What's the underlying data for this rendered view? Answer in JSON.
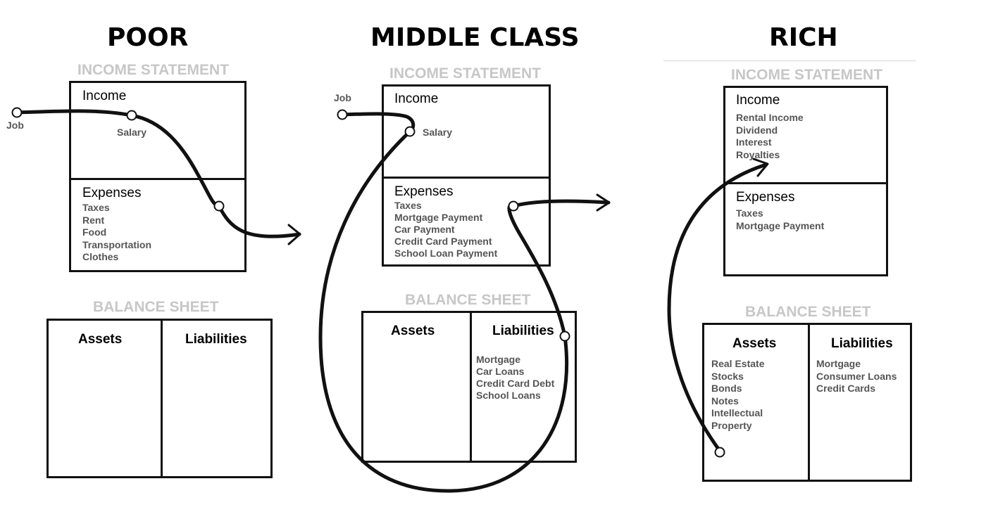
{
  "columns": {
    "poor": {
      "title": "POOR",
      "income_statement_label": "INCOME STATEMENT",
      "income_label": "Income",
      "income_items": [
        "Salary"
      ],
      "expenses_label": "Expenses",
      "expenses_items": [
        "Taxes",
        "Rent",
        "Food",
        "Transportation",
        "Clothes"
      ],
      "balance_sheet_label": "BALANCE SHEET",
      "assets_label": "Assets",
      "assets_items": [],
      "liabilities_label": "Liabilities",
      "liabilities_items": [],
      "source_label": "Job"
    },
    "middle": {
      "title": "MIDDLE CLASS",
      "income_statement_label": "INCOME STATEMENT",
      "income_label": "Income",
      "income_items": [
        "Salary"
      ],
      "expenses_label": "Expenses",
      "expenses_items": [
        "Taxes",
        "Mortgage Payment",
        "Car Payment",
        "Credit Card Payment",
        "School Loan Payment"
      ],
      "balance_sheet_label": "BALANCE SHEET",
      "assets_label": "Assets",
      "assets_items": [],
      "liabilities_label": "Liabilities",
      "liabilities_items": [
        "Mortgage",
        "Car Loans",
        "Credit Card Debt",
        "School Loans"
      ],
      "source_label": "Job"
    },
    "rich": {
      "title": "RICH",
      "income_statement_label": "INCOME STATEMENT",
      "income_label": "Income",
      "income_items": [
        "Rental Income",
        "Dividend",
        "Interest",
        "Royalties"
      ],
      "expenses_label": "Expenses",
      "expenses_items": [
        "Taxes",
        "Mortgage Payment"
      ],
      "balance_sheet_label": "BALANCE SHEET",
      "assets_label": "Assets",
      "assets_items": [
        "Real Estate",
        "Stocks",
        "Bonds",
        "Notes",
        "Intellectual",
        "Property"
      ],
      "liabilities_label": "Liabilities",
      "liabilities_items": [
        "Mortgage",
        "Consumer Loans",
        "Credit Cards"
      ]
    }
  }
}
